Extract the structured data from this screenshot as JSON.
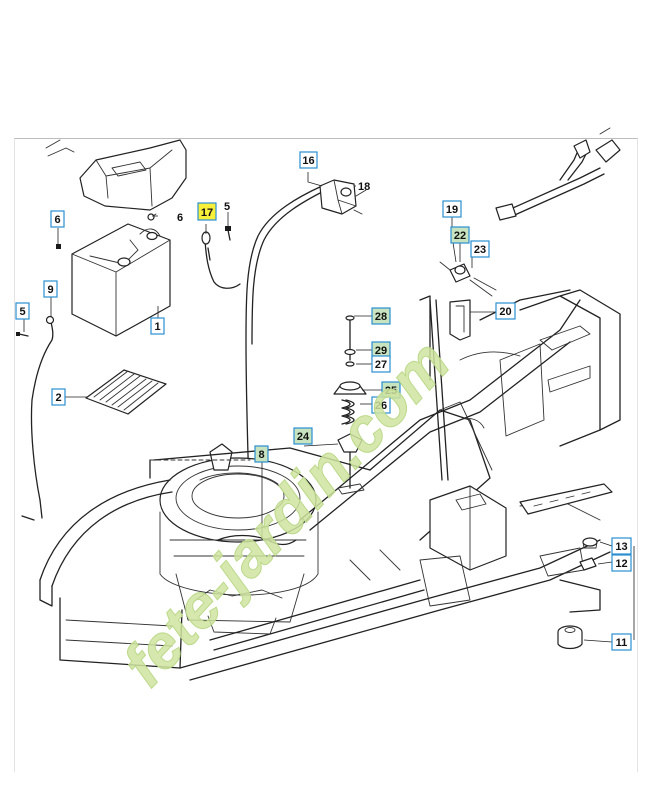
{
  "watermark": {
    "text": "fete-jardin.com",
    "color": "#cfe4a0"
  },
  "colors": {
    "label_border": "#2a8fd1",
    "label_plain_bg": "#ffffff",
    "label_green_bg": "#c7e3c0",
    "label_highlight_bg": "#f7ef3a",
    "line": "#222222"
  },
  "callouts": [
    {
      "id": "c16",
      "text": "16",
      "style": "boxed-plain"
    },
    {
      "id": "c18",
      "text": "18",
      "style": "plain"
    },
    {
      "id": "c17",
      "text": "17",
      "style": "highlight"
    },
    {
      "id": "c5a",
      "text": "5",
      "style": "plain"
    },
    {
      "id": "c6a",
      "text": "6",
      "style": "boxed-plain"
    },
    {
      "id": "c6b",
      "text": "6",
      "style": "plain"
    },
    {
      "id": "c9",
      "text": "9",
      "style": "boxed-plain"
    },
    {
      "id": "c5b",
      "text": "5",
      "style": "boxed-plain"
    },
    {
      "id": "c1",
      "text": "1",
      "style": "boxed-plain"
    },
    {
      "id": "c2",
      "text": "2",
      "style": "boxed-plain"
    },
    {
      "id": "c19",
      "text": "19",
      "style": "boxed-plain"
    },
    {
      "id": "c22",
      "text": "22",
      "style": "boxed-green"
    },
    {
      "id": "c23",
      "text": "23",
      "style": "boxed-plain"
    },
    {
      "id": "c20",
      "text": "20",
      "style": "boxed-plain"
    },
    {
      "id": "c28",
      "text": "28",
      "style": "boxed-green"
    },
    {
      "id": "c29",
      "text": "29",
      "style": "boxed-green"
    },
    {
      "id": "c27",
      "text": "27",
      "style": "boxed-plain"
    },
    {
      "id": "c25",
      "text": "25",
      "style": "boxed-green"
    },
    {
      "id": "c26",
      "text": "26",
      "style": "boxed-plain"
    },
    {
      "id": "c24",
      "text": "24",
      "style": "boxed-green"
    },
    {
      "id": "c8",
      "text": "8",
      "style": "boxed-green"
    },
    {
      "id": "c13",
      "text": "13",
      "style": "boxed-plain"
    },
    {
      "id": "c12",
      "text": "12",
      "style": "boxed-plain"
    },
    {
      "id": "c11",
      "text": "11",
      "style": "boxed-plain"
    }
  ]
}
